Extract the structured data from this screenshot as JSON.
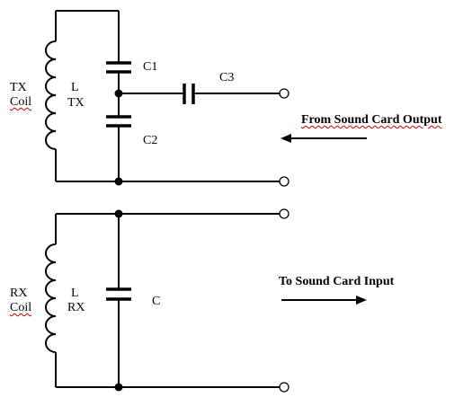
{
  "tx_circuit": {
    "coil_label_line1": "TX",
    "coil_label_line2": "Coil",
    "inductor_line1": "L",
    "inductor_line2": "TX",
    "c1": "C1",
    "c2": "C2",
    "c3": "C3",
    "port_label": "From Sound Card Output"
  },
  "rx_circuit": {
    "coil_label_line1": "RX",
    "coil_label_line2": "Coil",
    "inductor_line1": "L",
    "inductor_line2": "RX",
    "capacitor": "C",
    "port_label": "To Sound Card Input"
  }
}
